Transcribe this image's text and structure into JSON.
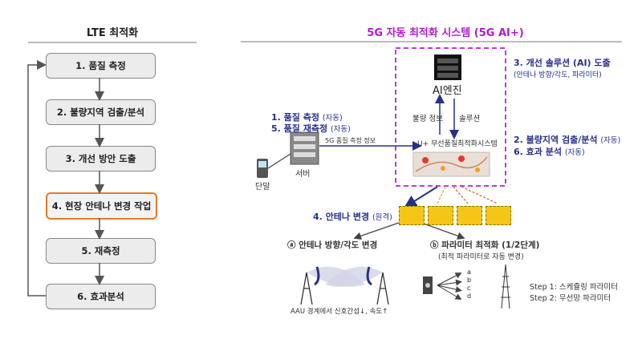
{
  "left": {
    "title": "LTE 최적화",
    "steps": [
      "1. 품질 측정",
      "2. 불량지역 검출/분석",
      "3. 개선 방안 도출",
      "4. 현장 안테나 변경 작업",
      "5. 재측정",
      "6. 효과분석"
    ]
  },
  "right": {
    "title": "5G 자동 최적화 시스템 (5G AI+)",
    "ai_engine": "AI엔진",
    "bad_info": "불량 정보",
    "solution": "솔루션",
    "system_name": "U+ 무선품질최적화시스템",
    "flow_5g": "5G 품질 측정 정보",
    "server": "서버",
    "terminal": "단말",
    "l1": "1. 품질 측정",
    "l1_tag": "(자동)",
    "l2": "5. 품질 재측정",
    "l2_tag": "(자동)",
    "r1": "3. 개선 솔루션 (AI) 도출",
    "r1_sub": "(안테나 방향/각도, 파라미터)",
    "r2": "2. 불량지역 검출/분석",
    "r2_tag": "(자동)",
    "r3": "6. 효과 분석",
    "r3_tag": "(자동)",
    "antenna_change": "4. 안테나 변경",
    "antenna_change_tag": "(원격)",
    "a_title": "ⓐ 안테나 방향/각도 변경",
    "a_caption": "AAU 경계에서 신호간섭↓, 속도↑",
    "b_title": "ⓑ 파라미터 최적화 (1/2단계)",
    "b_sub": "(최적 파라미터로 자동 변경)",
    "b_letters": [
      "a",
      "b",
      "c",
      "d"
    ],
    "step1": "Step 1: 스케쥴링 파라미터",
    "step2": "Step 2: 무선망 파라미터"
  }
}
